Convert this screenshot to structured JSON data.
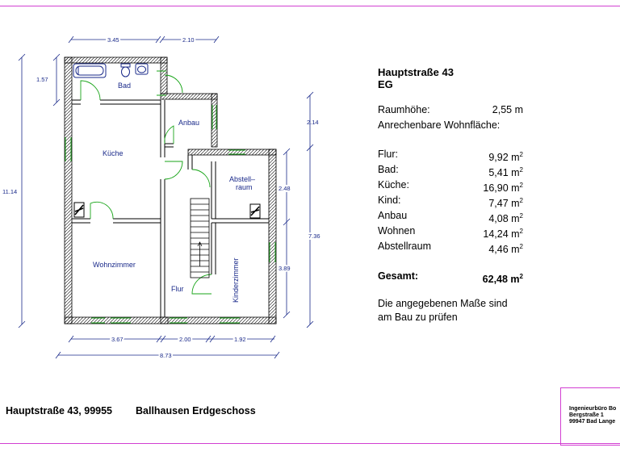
{
  "plan": {
    "dimensions": {
      "top_left": "3.45",
      "top_right": "2.10",
      "left_bad": "1.57",
      "left_total": "11.14",
      "right_anbau": "2.14",
      "right_total": "7.36",
      "right_abstell": "2.48",
      "right_kinder": "3.89",
      "bottom_left": "3.67",
      "bottom_mid": "2.00",
      "bottom_right": "1.92",
      "bottom_total": "8.73"
    },
    "rooms": {
      "bad": "Bad",
      "kueche": "Küche",
      "anbau": "Anbau",
      "abstell_1": "Abstell–",
      "abstell_2": "raum",
      "wohnzimmer": "Wohnzimmer",
      "flur": "Flur",
      "kinderzimmer": "Kinderzimmer"
    }
  },
  "info": {
    "address": "Hauptstraße 43",
    "floor": "EG",
    "ceiling_label": "Raumhöhe:",
    "ceiling_value": "2,55 m",
    "area_label": "Anrechenbare Wohnfläche:",
    "rooms": [
      {
        "name": "Flur:",
        "value": "9,92 m",
        "unit_sup": "2"
      },
      {
        "name": "Bad:",
        "value": "5,41 m",
        "unit_sup": "2"
      },
      {
        "name": "Küche:",
        "value": "16,90 m",
        "unit_sup": "2"
      },
      {
        "name": "Kind:",
        "value": "7,47 m",
        "unit_sup": "2"
      },
      {
        "name": "Anbau",
        "value": "4,08 m",
        "unit_sup": "2"
      },
      {
        "name": "Wohnen",
        "value": "14,24 m",
        "unit_sup": "2"
      },
      {
        "name": "Abstellraum",
        "value": "4,46 m",
        "unit_sup": "2"
      }
    ],
    "total_label": "Gesamt:",
    "total_value": "62,48 m",
    "total_sup": "2",
    "note_line1": "Die angegebenen Maße sind",
    "note_line2": "am Bau zu prüfen"
  },
  "footer": {
    "address": "Hauptstraße 43, 99955",
    "description": "Ballhausen Erdgeschoss"
  },
  "stamp": {
    "line1": "Ingenieurbüro Bo",
    "line2": "Bergstraße 1",
    "line3": "99947 Bad Lange"
  },
  "colors": {
    "frame": "#d23fd2",
    "walls": "#000000",
    "windows": "#1aa51a",
    "room_text": "#1a2a8a",
    "dimensions": "#1a2a8a"
  }
}
